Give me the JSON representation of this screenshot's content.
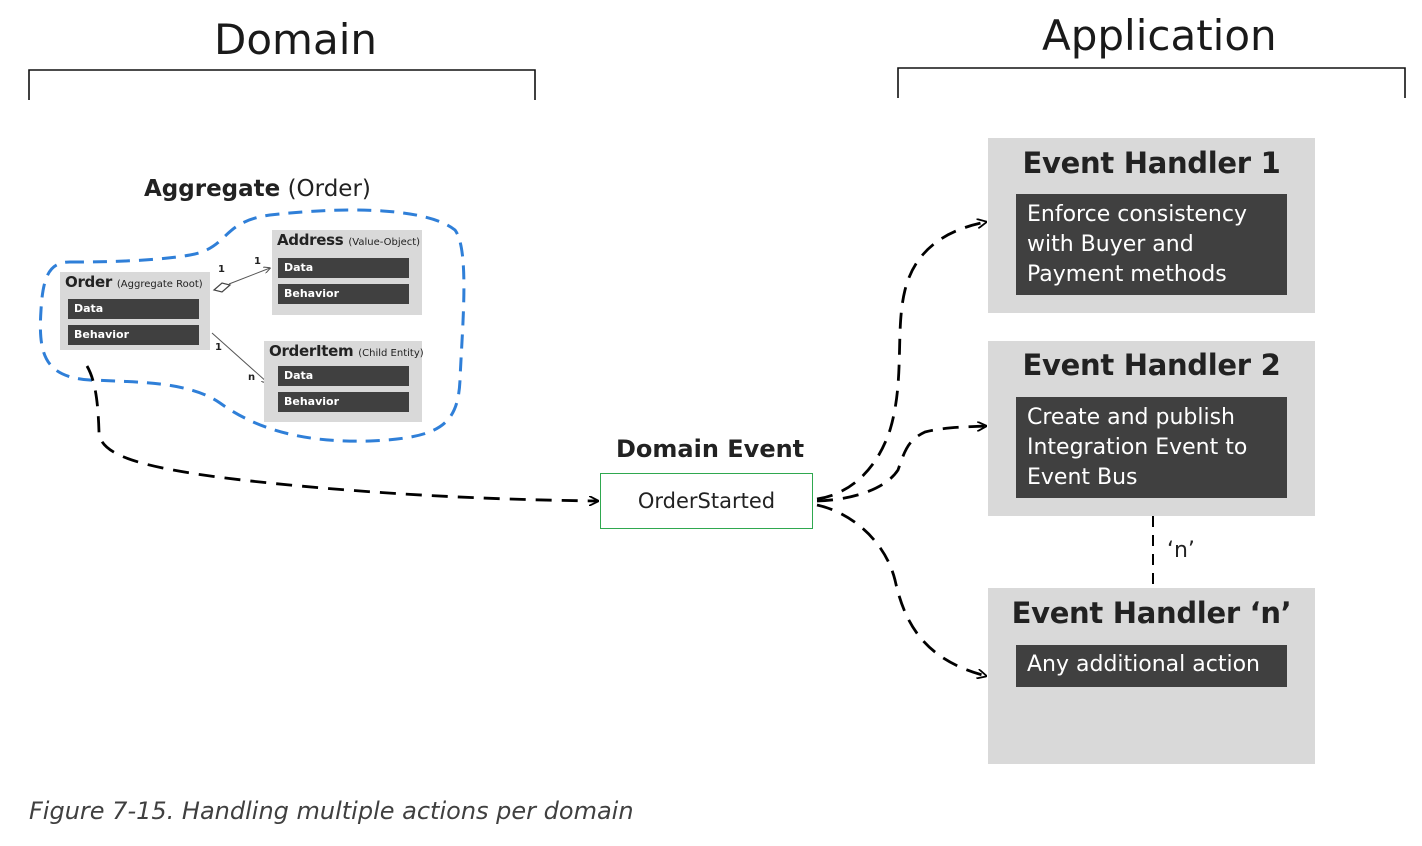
{
  "domain_title": "Domain",
  "application_title": "Application",
  "aggregate": {
    "title_bold": "Aggregate",
    "title_rest": "(Order)",
    "order": {
      "name": "Order",
      "stereotype": "(Aggregate Root)",
      "data": "Data",
      "behavior": "Behavior"
    },
    "address": {
      "name": "Address",
      "stereotype": "(Value-Object)",
      "data": "Data",
      "behavior": "Behavior"
    },
    "orderitem": {
      "name": "OrderItem",
      "stereotype": "(Child Entity)",
      "data": "Data",
      "behavior": "Behavior"
    },
    "mult_order_address_1": "1",
    "mult_address_1": "1",
    "mult_order_item_1": "1",
    "mult_item_n": "n"
  },
  "domain_event": {
    "title": "Domain Event",
    "name": "OrderStarted"
  },
  "handlers": [
    {
      "title": "Event Handler 1",
      "body": "Enforce consistency with Buyer and Payment methods"
    },
    {
      "title": "Event Handler 2",
      "body": "Create and publish Integration Event to Event Bus"
    },
    {
      "title": "Event Handler ‘n’",
      "body": "Any additional action"
    }
  ],
  "n_connector_label": "‘n’",
  "caption": "Figure 7-15. Handling multiple actions per domain",
  "colors": {
    "aggregate_outline": "#2f7fd8",
    "event_box_border": "#2fa84f",
    "box_fill": "#d9d9d9",
    "bar_fill": "#404040"
  }
}
